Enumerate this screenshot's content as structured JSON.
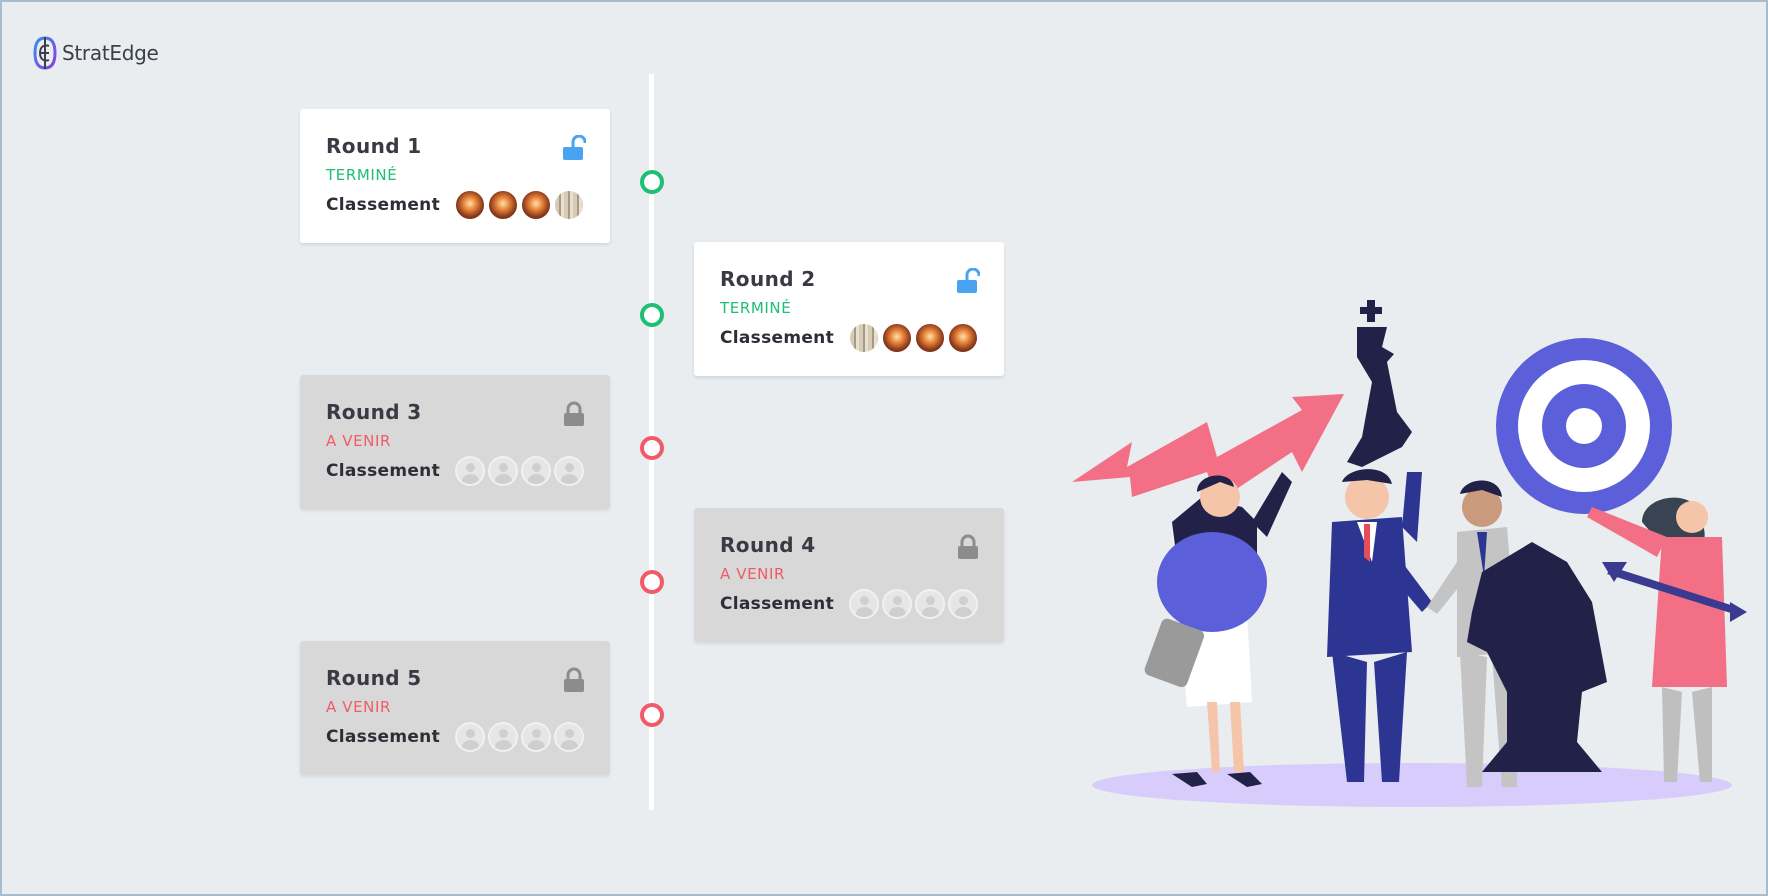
{
  "brand": {
    "name": "StratEdge",
    "colors": {
      "primary": "#7b4fe0",
      "accent": "#2e92f0"
    }
  },
  "status_colors": {
    "done": "#1cbf73",
    "upcoming": "#f05b66"
  },
  "rounds": [
    {
      "title": "Round 1",
      "status": "TERMINÉ",
      "label": "Classement",
      "lock": "unlock-icon",
      "state": "done"
    },
    {
      "title": "Round 2",
      "status": "TERMINÉ",
      "label": "Classement",
      "lock": "unlock-icon",
      "state": "done"
    },
    {
      "title": "Round 3",
      "status": "A VENIR",
      "label": "Classement",
      "lock": "lock-icon",
      "state": "upcoming"
    },
    {
      "title": "Round 4",
      "status": "A VENIR",
      "label": "Classement",
      "lock": "lock-icon",
      "state": "upcoming"
    },
    {
      "title": "Round 5",
      "status": "A VENIR",
      "label": "Classement",
      "lock": "lock-icon",
      "state": "upcoming"
    }
  ],
  "illustration": {
    "name": "strategy-team-illustration"
  }
}
